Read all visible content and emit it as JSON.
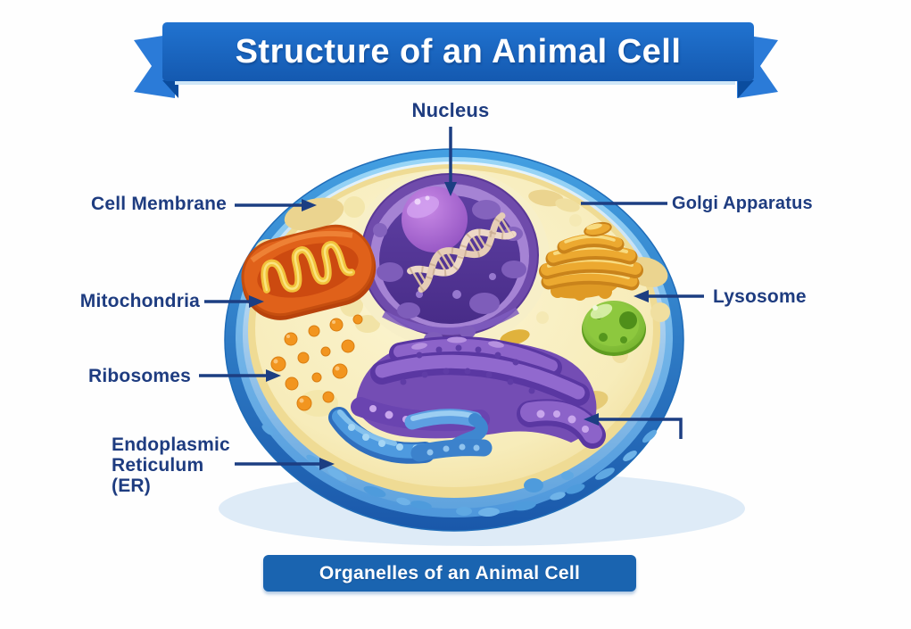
{
  "title": {
    "text": "Structure of an Animal Cell"
  },
  "caption": {
    "text": "Organelles of an Animal Cell"
  },
  "labels": {
    "nucleus": "Nucleus",
    "cell_membrane": "Cell Membrane",
    "mitochondria": "Mitochondria",
    "ribosomes": "Ribosomes",
    "endoplasmic_reticulum": "Endoplasmic Reticulum (ER)",
    "golgi_apparatus": "Golgi Apparatus",
    "lysosome": "Lysosome"
  },
  "organelles": [
    {
      "name": "nucleus",
      "label": "Nucleus",
      "color": "#6f4bab"
    },
    {
      "name": "cell-membrane",
      "label": "Cell Membrane",
      "color": "#3b92db"
    },
    {
      "name": "mitochondria",
      "label": "Mitochondria",
      "color": "#e0611a"
    },
    {
      "name": "ribosomes",
      "label": "Ribosomes",
      "color": "#f2951f"
    },
    {
      "name": "endoplasmic-reticulum",
      "label": "Endoplasmic Reticulum (ER)",
      "color": "#8a5fc6"
    },
    {
      "name": "golgi-apparatus",
      "label": "Golgi Apparatus",
      "color": "#eca930"
    },
    {
      "name": "lysosome",
      "label": "Lysosome",
      "color": "#8dc83e"
    }
  ],
  "colors": {
    "banner_blue": "#1a66c2",
    "banner_tail_blue": "#2b7bd8",
    "label_navy": "#1e3c80",
    "arrow_navy": "#1c3e82",
    "caption_bg": "#1a64b0",
    "cytoplasm": "#f9efc0",
    "cell_shadow": "#deebf7",
    "background": "#fefefe"
  }
}
